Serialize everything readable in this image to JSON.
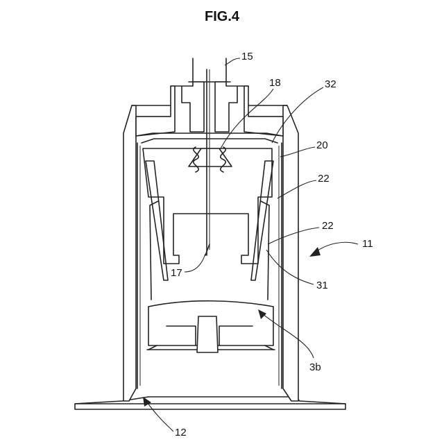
{
  "figure": {
    "title": "FIG.4",
    "labels": {
      "l15": "15",
      "l18": "18",
      "l32": "32",
      "l20": "20",
      "l22a": "22",
      "l22b": "22",
      "l11": "11",
      "l31": "31",
      "l17": "17",
      "l3b": "3b",
      "l12": "12"
    }
  }
}
